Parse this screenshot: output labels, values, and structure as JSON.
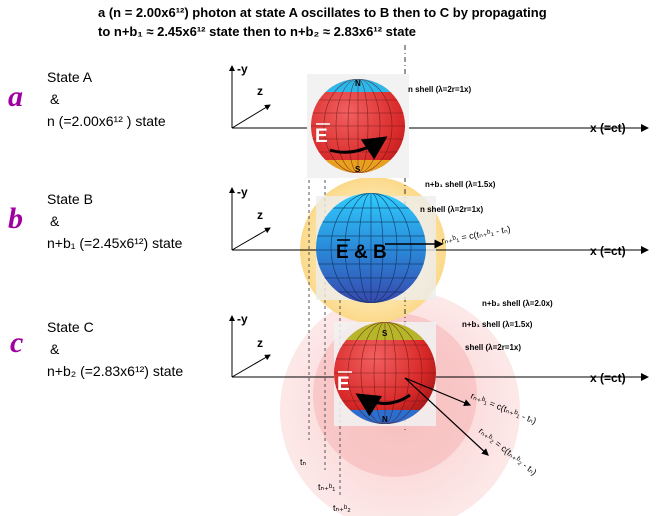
{
  "title": {
    "line1": "a (n = 2.00x6¹²) photon at state A oscillates to B then to C by propagating",
    "line2": "to n+b₁ ≈ 2.45x6¹² state then to n+b₂ ≈ 2.83x6¹² state"
  },
  "rows": [
    {
      "letter": "a",
      "state": "State A",
      "amp": "&",
      "desc": "n (=2.00x6¹² ) state"
    },
    {
      "letter": "b",
      "state": "State B",
      "amp": "&",
      "desc": "n+b₁ (=2.45x6¹²) state"
    },
    {
      "letter": "c",
      "state": "State C",
      "amp": "&",
      "desc": "n+b₂ (=2.83x6¹²) state"
    }
  ],
  "axes": {
    "y": "-y",
    "z": "z",
    "x": "x (=ct)"
  },
  "sphere_a": {
    "field": "E",
    "north": "N",
    "south": "S",
    "shell": "n shell (λ=2r=1x)"
  },
  "sphere_b": {
    "field": "E & B",
    "shell_outer": "n+b₁ shell (λ=1.5x)",
    "shell_inner": "n shell (λ=2r=1x)",
    "radius": "rₙ₊ᵇ₁ = c(tₙ₊ᵇ₁ - tₙ)"
  },
  "sphere_c": {
    "field": "E",
    "north": "N",
    "south": "S",
    "shell_outer": "n+b₂ shell (λ=2.0x)",
    "shell_mid": "n+b₁ shell (λ=1.5x)",
    "shell_inner": "shell (λ=2r=1x)",
    "radius1": "rₙ₊ᵇ₁ = c(tₙ₊ᵇ₁ - tₙ)",
    "radius2": "rₙ₊ᵇ₂ = c(tₙ₊ᵇ₂ - tₙ)"
  },
  "times": {
    "t1": "tₙ",
    "t2": "tₙ₊ᵇ₁",
    "t3": "tₙ₊ᵇ₂"
  },
  "colors": {
    "sphere_red": "#e03030",
    "sphere_blue": "#2a7fd0",
    "band_blue": "#29b6e8",
    "band_orange": "#e8a020",
    "band_olive": "#b6b62a",
    "glow_yellow": "#fde5a6",
    "glow_pink": "#fbdada",
    "letter": "#a000a0"
  }
}
